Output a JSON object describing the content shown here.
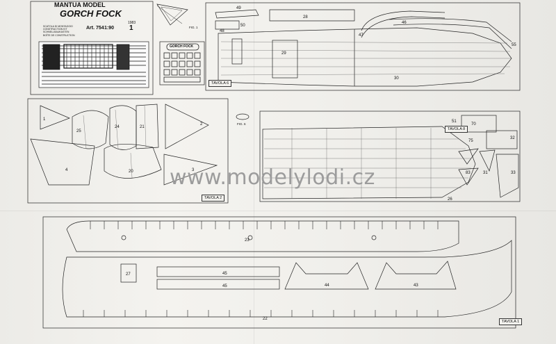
{
  "title_block": {
    "brand": "MANTUA MODEL",
    "model": "GORCH FOCK",
    "article": "Art. 754",
    "scale": "1:90",
    "sheet_number": "1",
    "year": "1983",
    "languages": [
      "SCATOLA DI MONTAGGIO",
      "CONSTRUCTION KIT",
      "SCHNELLBAUKASTEN",
      "BOÎTE DE CONSTRUCTION"
    ]
  },
  "watermark": "www.modelylodi.cz",
  "plates": {
    "tavola_1": "TAVOLA 1",
    "tavola_2": "TAVOLA 2",
    "tavola_6": "TAVOLA 6",
    "tavola_8": "TAVOLA 8"
  },
  "figures": {
    "fig1": "FIG. 1",
    "fig6": "FIG. 6"
  },
  "insert_logo": "GORCH FOCK",
  "part_numbers": {
    "p1": "1",
    "p2": "2",
    "p3": "3",
    "p4": "4",
    "p20": "20",
    "p21": "21",
    "p22": "22",
    "p23": "23",
    "p24": "24",
    "p25": "25",
    "p26": "26",
    "p27": "27",
    "p28": "28",
    "p29": "29",
    "p30": "30",
    "p31": "31",
    "p32": "32",
    "p33": "33",
    "p43": "43",
    "p44": "44",
    "p45": "45",
    "p45b": "45",
    "p46": "46",
    "p47": "47",
    "p48": "48",
    "p49": "49",
    "p50": "50",
    "p51": "51",
    "p55": "55",
    "p70": "70",
    "p75": "75",
    "p83": "83"
  }
}
